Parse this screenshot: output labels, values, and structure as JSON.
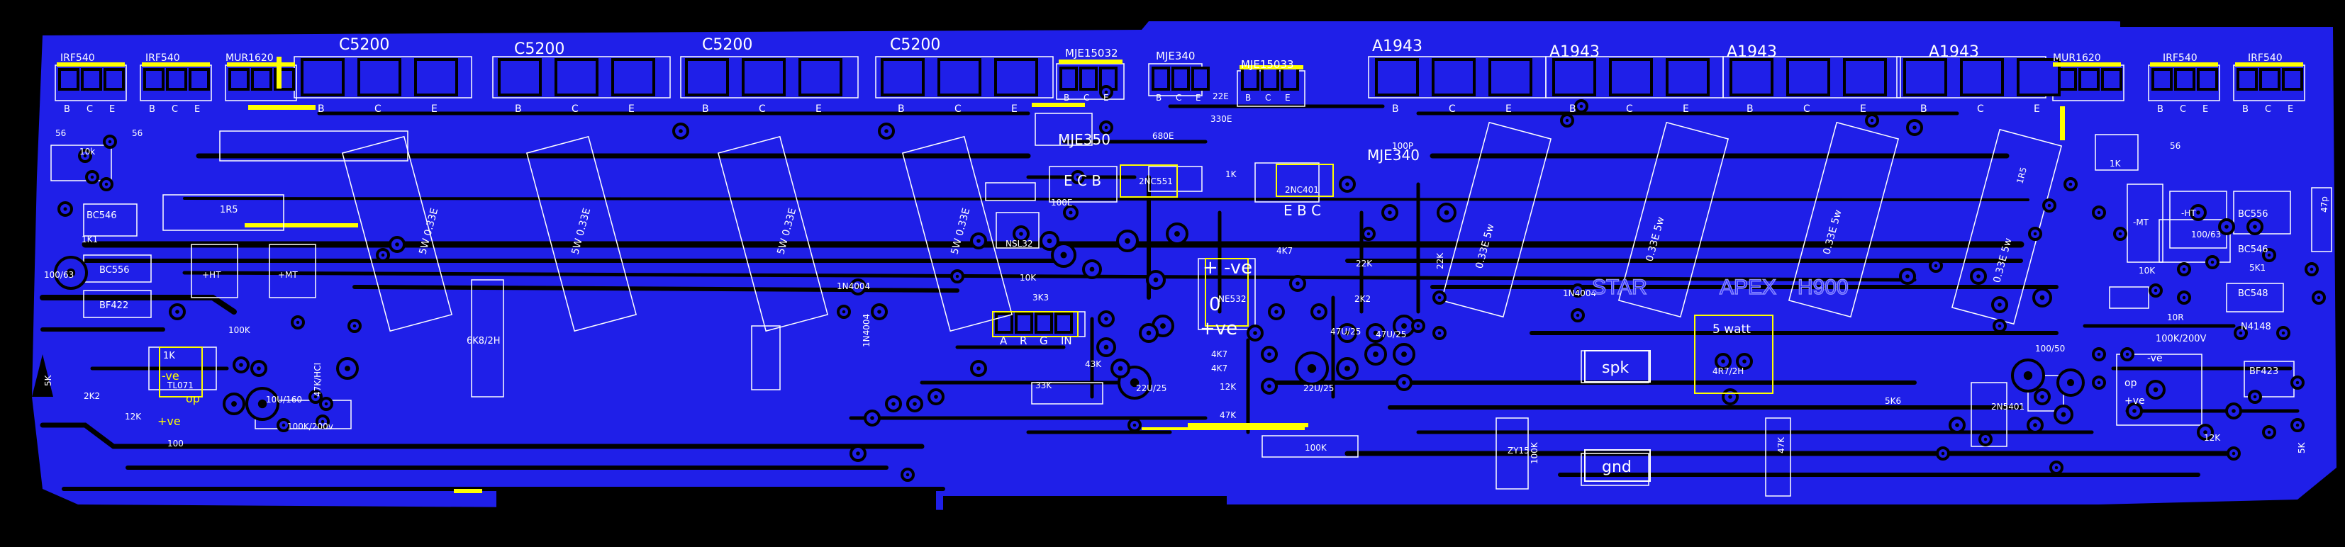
{
  "board": {
    "brand": "STAR",
    "model_prefix": "APEX",
    "model": "H900"
  },
  "colors": {
    "background": "#000000",
    "copper": "#1f1fe8",
    "silk": "#ffff00",
    "outline": "#ffffff"
  },
  "top_components": {
    "left_mosfets": [
      "IRF540",
      "IRF540"
    ],
    "left_diode": "MUR1620",
    "npn_outputs": [
      "C5200",
      "C5200",
      "C5200",
      "C5200"
    ],
    "drivers": [
      "MJE15032",
      "MJE340",
      "MJE15033"
    ],
    "pnp_outputs": [
      "A1943",
      "A1943",
      "A1943",
      "A1943"
    ],
    "right_diode": "MUR1620",
    "right_mosfets": [
      "IRF540",
      "IRF540"
    ]
  },
  "pin_letters": [
    "B",
    "C",
    "E"
  ],
  "resistors_left": [
    "5W 0.33E",
    "5W 0.33E",
    "5W 0.33E",
    "5W 0.33E"
  ],
  "resistors_right": [
    "0.33E 5w",
    "0.33E 5w",
    "0.33E 5w",
    "0.33E 5w"
  ],
  "left_parts": {
    "r56a": "56",
    "r56b": "56",
    "r10k": "10k",
    "bc546": "BC546",
    "bc556": "BC556",
    "bf422": "BF422",
    "cap_100u63": "100/63",
    "r1r5": "1R5",
    "hk1": "1K1",
    "ht_plus": "+HT",
    "mt_plus": "+MT",
    "r100k": "100K",
    "r5k": "5K",
    "r2k2": "2K2",
    "r12k": "12K",
    "ic_tl071": "TL071",
    "r100": "100",
    "cap_10u160": "10U/160",
    "cap_100k200v": "100K/200v",
    "r47k": "47K/HCI",
    "ind_6k8": "6K8/2H",
    "k1": "1K"
  },
  "center_parts": {
    "mje350": "MJE350",
    "mje340": "MJE340",
    "tr_2nc551": "2NC551",
    "tr_2nc401": "2NC401",
    "pins_ecb": "E C B",
    "pins_ebc": "E B C",
    "r680e": "680E",
    "r330e": "330E",
    "r22e": "22E",
    "r1k": "1K",
    "r100e": "100E",
    "r100p": "100P",
    "r4k7": "4K7",
    "r10k": "10K",
    "r3k3": "3K3",
    "d1n4004a": "1N4004",
    "d1n4004b": "1N4004",
    "ic_ne532": "NE532",
    "ic_nsl32": "NSL32",
    "input_pins": [
      "A",
      "R",
      "G",
      "IN"
    ],
    "r43k": "43K",
    "r33k": "33K",
    "cap_22u25": "22U/25",
    "r22k": "22K",
    "cap_47u25": "47U/25",
    "r47k": "47K",
    "supply_minus": "+  -ve",
    "supply_zero": "0",
    "supply_plus": "+ve",
    "r100k": "100K",
    "r2k2": "2K2",
    "r12k": "12K"
  },
  "right_parts": {
    "cap_5w": "5 watt",
    "r4r7": "4R7/2H",
    "spk": "spk",
    "gnd": "gnd",
    "d1n4004": "1N4004",
    "zener": "ZY15",
    "r100k": "100K",
    "r47k": "47K",
    "r5k6": "5K6",
    "tr_2n5401": "2N5401",
    "cap_100u50": "100/50",
    "r100k200v": "100K/200V",
    "r10r": "10R",
    "bc556": "BC556",
    "bc546": "BC546",
    "bc548": "BC548",
    "n4148": "N4148",
    "bf423": "BF423",
    "ht_minus": "-HT",
    "mt_minus": "-MT",
    "cap_100u63": "100/63",
    "r5k1": "5K1",
    "r10k": "10K",
    "r47p": "47p",
    "op_minus": "-ve",
    "op_plus": "+ve",
    "op_label": "op",
    "r1k": "1K",
    "r5k": "5K",
    "r12k": "12K",
    "r56": "56",
    "r1r5": "1R5"
  }
}
